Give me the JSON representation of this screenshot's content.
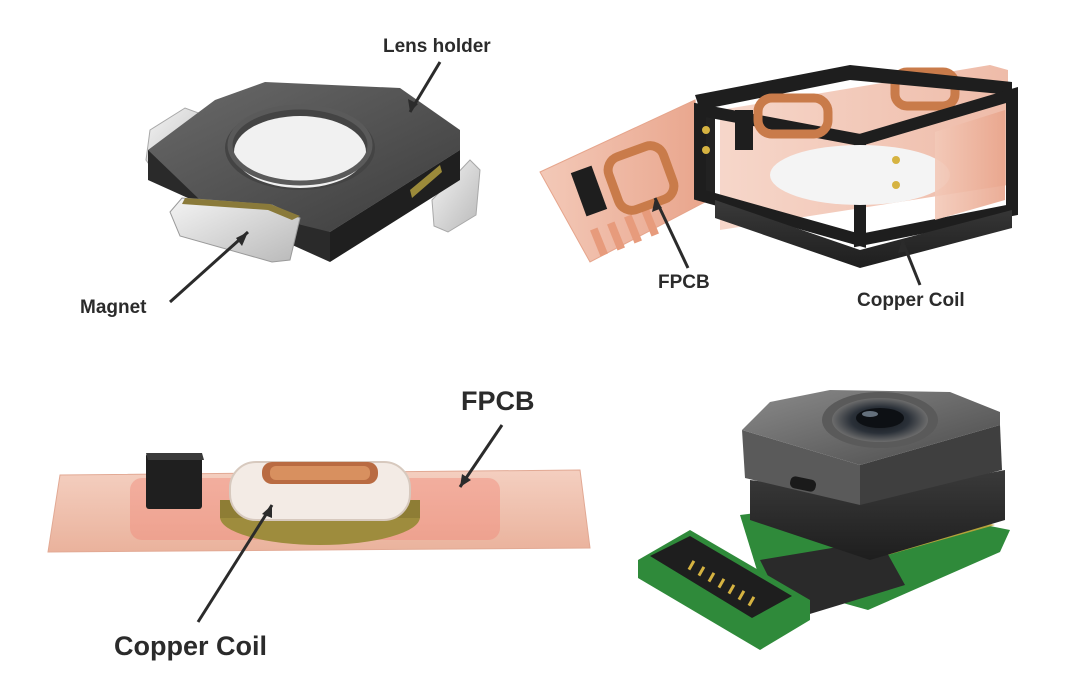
{
  "labels": {
    "lens_holder": "Lens holder",
    "magnet": "Magnet",
    "fpcb_top": "FPCB",
    "copper_coil_top": "Copper Coil",
    "fpcb_bottom": "FPCB",
    "copper_coil_bottom": "Copper Coil"
  },
  "colors": {
    "text": "#2b2b2b",
    "housing_dark": "#3a3a3a",
    "magnet_silver": "#d8d8d8",
    "fpcb_pink": "#f2b9a8",
    "coil_copper": "#c97b4a",
    "pcb_green": "#2f8a3a"
  }
}
